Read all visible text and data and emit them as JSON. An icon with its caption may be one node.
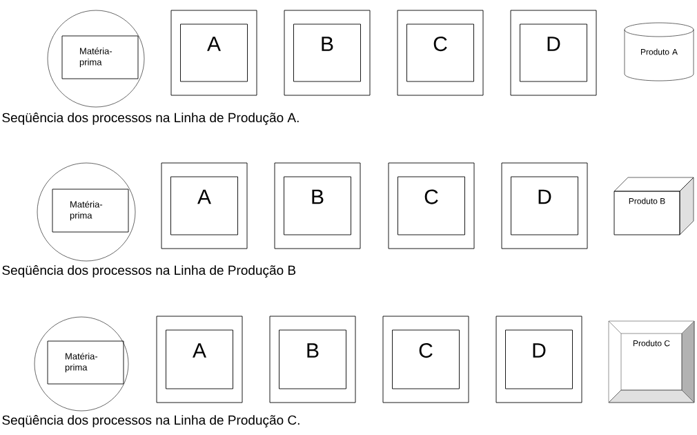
{
  "diagram": {
    "nodes": [
      {
        "text": [],
        "shape": "circle"
      },
      {
        "text": [
          "Matéria-prima"
        ],
        "in": 0
      },
      {
        "text": [],
        "shape": "box"
      },
      {
        "text": [
          "A"
        ],
        "in": 2
      },
      {
        "text": [],
        "shape": "box"
      },
      {
        "text": [
          "B"
        ],
        "in": 4
      },
      {
        "text": [],
        "shape": "box"
      },
      {
        "text": [
          "C"
        ],
        "in": 6
      },
      {
        "text": [],
        "shape": "box"
      },
      {
        "text": [
          "D"
        ],
        "in": 8
      },
      {
        "text": [
          "Produto A"
        ]
      },
      {
        "text": [],
        "shape": "circle"
      },
      {
        "text": [
          "Matéria-prima"
        ],
        "in": 11
      },
      {
        "text": [],
        "shape": "box"
      },
      {
        "text": [
          "A"
        ],
        "in": 13
      },
      {
        "text": [],
        "shape": "box"
      },
      {
        "text": [
          "B"
        ],
        "in": 15
      },
      {
        "text": [],
        "shape": "box"
      },
      {
        "text": [
          "C"
        ],
        "in": 17
      },
      {
        "text": [],
        "shape": "box"
      },
      {
        "text": [
          "D"
        ],
        "in": 19
      },
      {
        "text": [
          "Produto B"
        ]
      },
      {
        "text": [],
        "shape": "circle"
      },
      {
        "text": [
          "Matéria-prima"
        ],
        "in": 22
      },
      {
        "text": [],
        "shape": "box"
      },
      {
        "text": [
          "A"
        ],
        "in": 24
      },
      {
        "text": [],
        "shape": "box"
      },
      {
        "text": [
          "B"
        ],
        "in": 26
      },
      {
        "text": [],
        "shape": "box"
      },
      {
        "text": [
          "C"
        ],
        "in": 28
      },
      {
        "text": [],
        "shape": "box"
      },
      {
        "text": [
          "D"
        ],
        "in": 30
      },
      {
        "text": [
          "Produto C"
        ]
      }
    ],
    "labels": [
      "Seqüência dos processos na Linha de Produção A.",
      "Seqüência dos processos na Linha de Produção B",
      "Seqüência dos processos na Linha de Produção C."
    ]
  }
}
